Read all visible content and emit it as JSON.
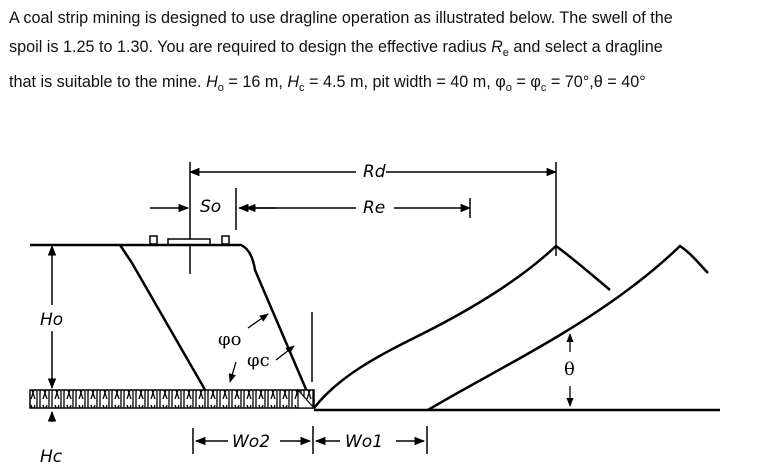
{
  "problem": {
    "line1": "A coal strip mining is designed to use dragline operation as illustrated below. The swell of the",
    "line2a": "spoil is 1.25 to 1.30. You are required to design the effective radius ",
    "line2_Re": "R",
    "line2_Re_sub": "e",
    "line2b": " and select a dragline",
    "line3a": "that is suitable to the mine. ",
    "line3_Ho": "H",
    "line3_Ho_sub": "o",
    "line3b": " = 16 m, ",
    "line3_Hc": "H",
    "line3_Hc_sub": "c",
    "line3c": " = 4.5 m, pit width = 40 m, φ",
    "line3_phi_o_sub": "o",
    "line3d": " = φ",
    "line3_phi_c_sub": "c",
    "line3e": " = 70°,θ = 40°"
  },
  "figure": {
    "label_Rd": "Rd",
    "label_Re": "Re",
    "label_So": "So",
    "label_Ho": "Ho",
    "label_Hc": "Hc",
    "label_phi_o": "φo",
    "label_phi_c": "φc",
    "label_theta": "θ",
    "label_Wo2": "Wo2",
    "label_Wo1": "Wo1"
  }
}
